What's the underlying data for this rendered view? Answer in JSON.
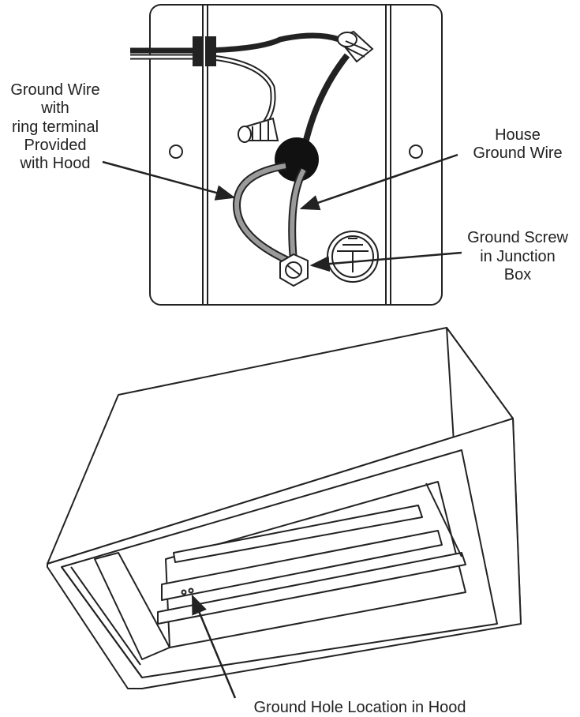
{
  "labels": {
    "ground_wire": [
      "Ground Wire",
      "with",
      "ring terminal",
      "Provided",
      "with Hood"
    ],
    "house_ground": [
      "House",
      "Ground Wire"
    ],
    "ground_screw": [
      "Ground Screw",
      "in Junction",
      "Box"
    ],
    "ground_hole": "Ground Hole Location in Hood"
  },
  "colors": {
    "line": "#222222",
    "wire_gray": "#9a9a9a",
    "fill": "#ffffff"
  }
}
